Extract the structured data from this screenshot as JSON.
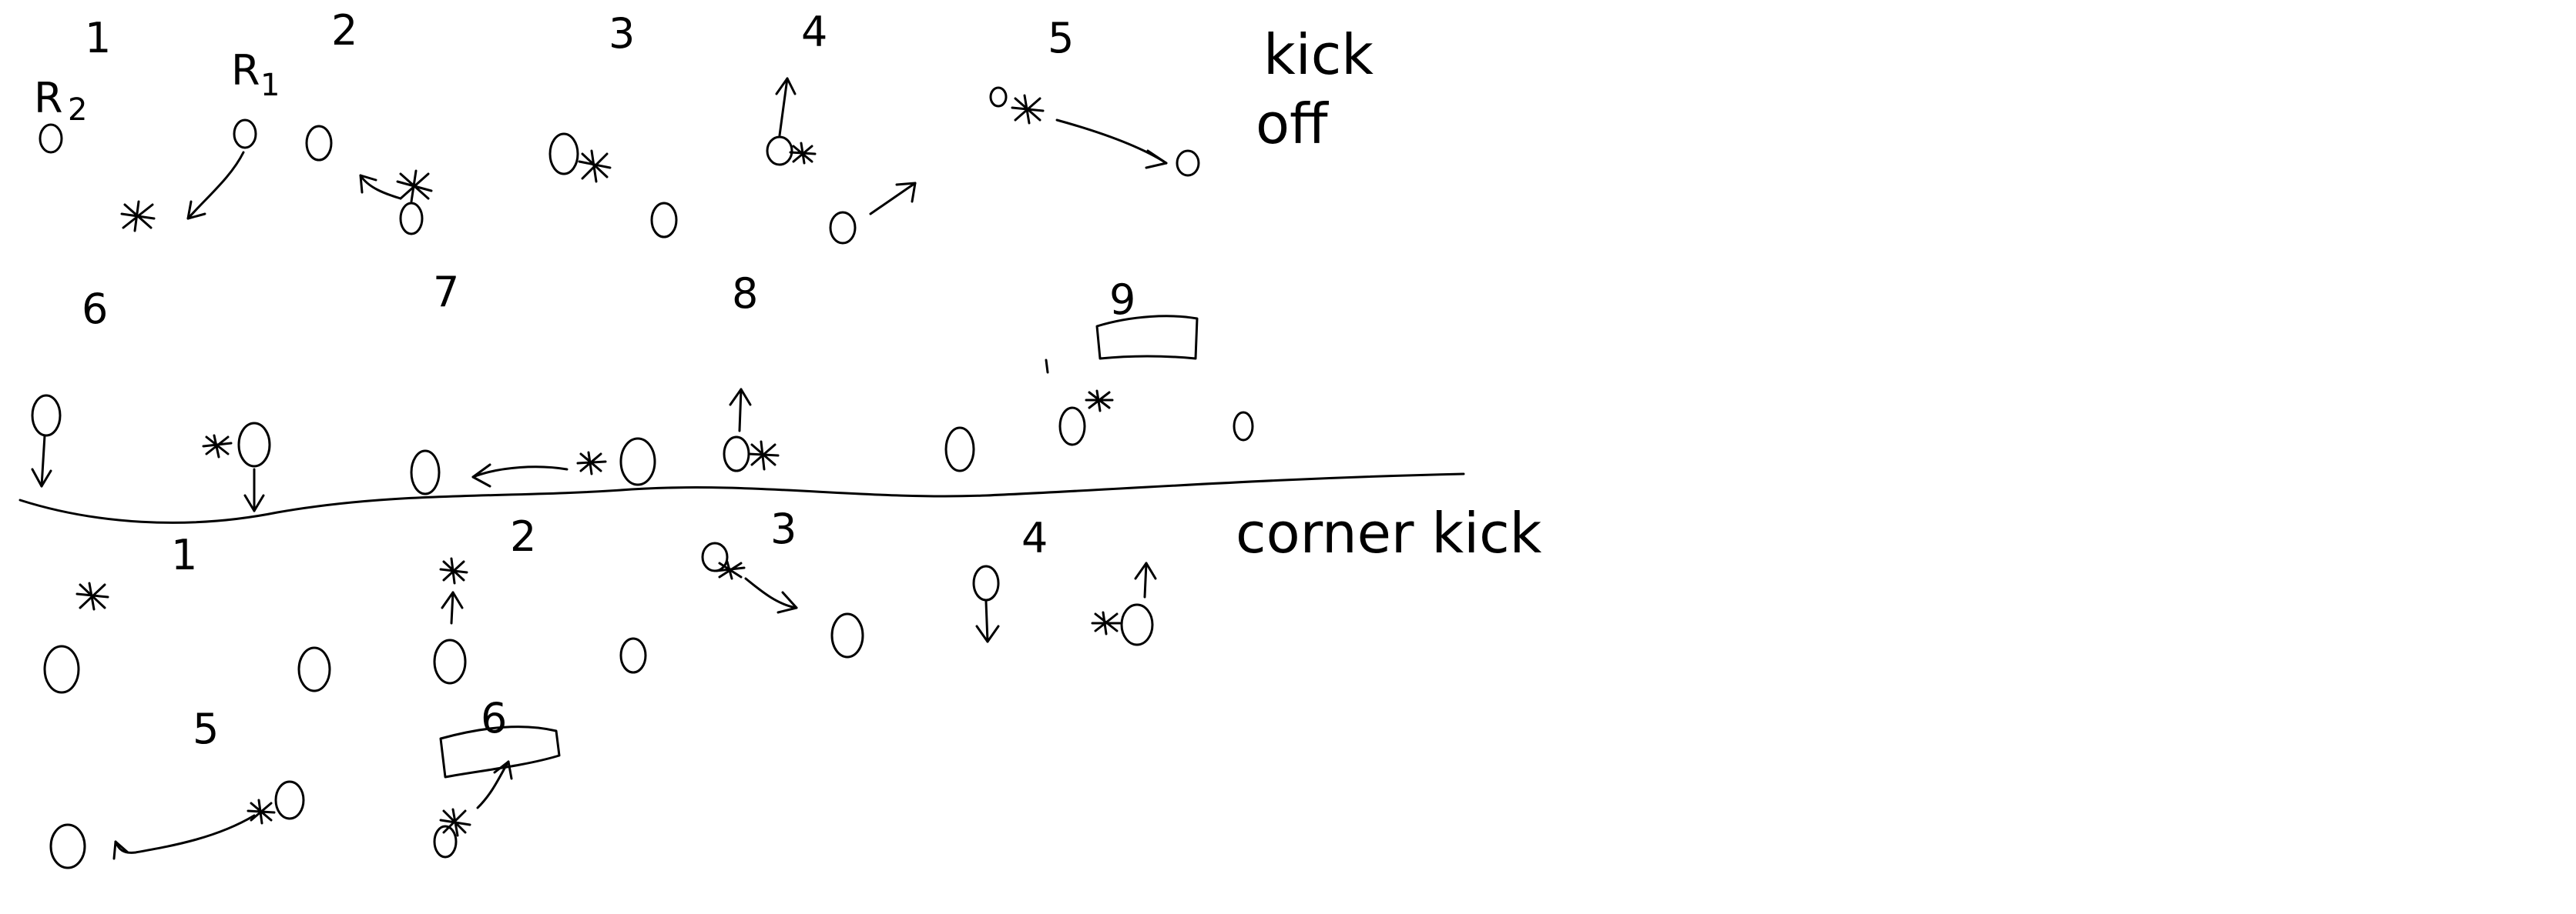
{
  "kickoff": {
    "title_line1": "kick",
    "title_line2": "off",
    "scenario_numbers": [
      "1",
      "2",
      "3",
      "4",
      "5",
      "6",
      "7",
      "8",
      "9"
    ],
    "robot_labels": [
      "R",
      "2",
      "R",
      "1"
    ]
  },
  "corner_kick": {
    "title": "corner kick",
    "scenario_numbers": [
      "1",
      "2",
      "3",
      "4",
      "5",
      "6"
    ]
  },
  "legend_symbols": {
    "player": "O",
    "ball": "*"
  }
}
